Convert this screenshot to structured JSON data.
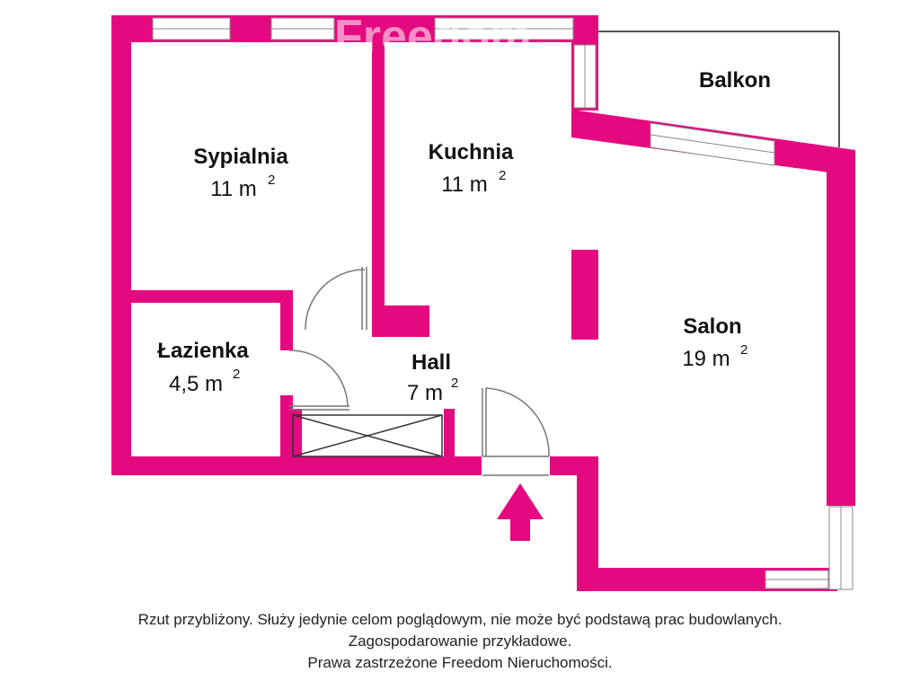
{
  "watermark": "Freedom",
  "colors": {
    "wall": "#e5097f",
    "window": "#ffffff",
    "line": "#555555"
  },
  "rooms": [
    {
      "name": "Sypialnia",
      "area": "11 m",
      "unit_sup": "2"
    },
    {
      "name": "Kuchnia",
      "area": "11 m",
      "unit_sup": "2"
    },
    {
      "name": "Salon",
      "area": "19 m",
      "unit_sup": "2"
    },
    {
      "name": "Łazienka",
      "area": "4,5 m",
      "unit_sup": "2"
    },
    {
      "name": "Hall",
      "area": "7 m",
      "unit_sup": "2"
    }
  ],
  "balcony": {
    "name": "Balkon"
  },
  "entrance": {
    "icon": "entrance-arrow-icon"
  },
  "disclaimer": {
    "line1": "Rzut przybliżony. Służy jedynie celom poglądowym, nie może być podstawą prac budowlanych.",
    "line2": "Zagospodarowanie przykładowe.",
    "line3": "Prawa zastrzeżone Freedom Nieruchomości."
  }
}
